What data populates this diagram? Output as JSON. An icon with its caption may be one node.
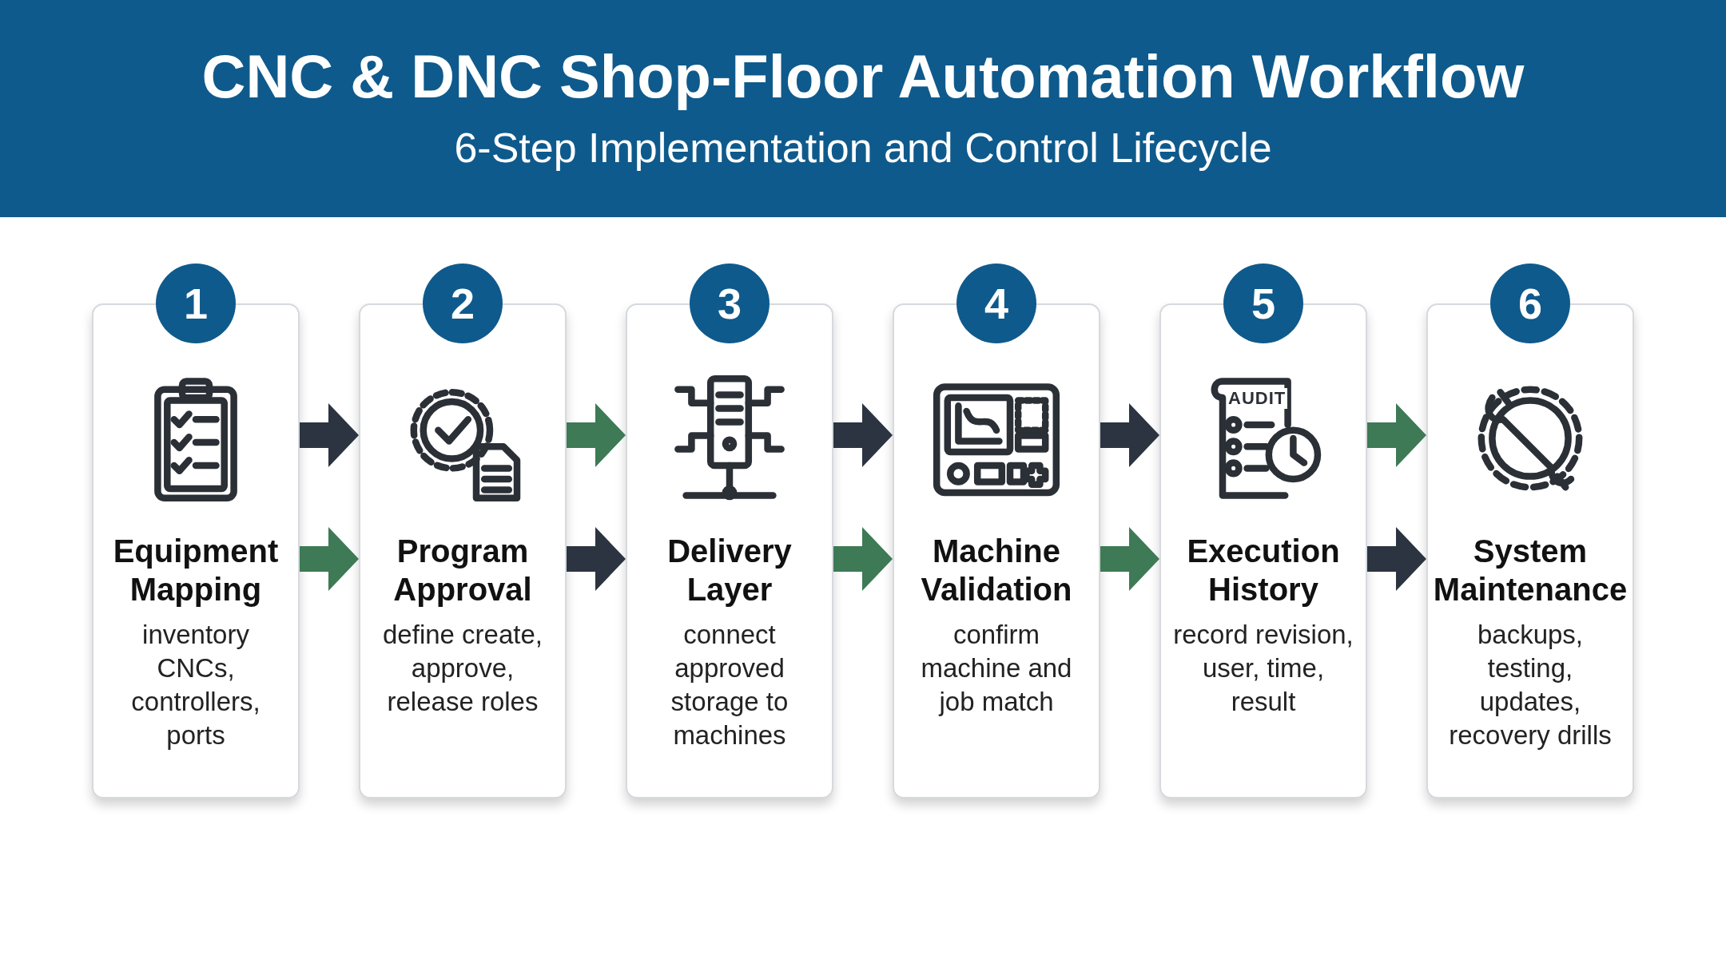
{
  "diagram": {
    "title": "CNC & DNC Shop-Floor Automation Workflow",
    "caption": "6-Step Implementation and Control Lifecycle",
    "nodes": [
      {
        "text": [
          "1",
          "Equipment Mapping",
          "inventory CNCs, controllers, ports"
        ]
      },
      {
        "text": [
          "2",
          "Program Approval",
          "define create, approve, release roles"
        ]
      },
      {
        "text": [
          "3",
          "Delivery Layer",
          "connect approved storage to machines"
        ]
      },
      {
        "text": [
          "4",
          "Machine Validation",
          "confirm machine and job match"
        ]
      },
      {
        "text": [
          "5",
          "Execution History",
          "record revision, user, time, result"
        ]
      },
      {
        "text": [
          "6",
          "System Maintenance",
          "backups, testing, updates, recovery drills"
        ]
      }
    ],
    "edges": [
      {
        "from": 0,
        "to": 1,
        "arrow": "to"
      },
      {
        "from": 0,
        "to": 1,
        "arrow": "to",
        "color": "#3d7a55"
      },
      {
        "from": 1,
        "to": 2,
        "arrow": "to",
        "color": "#3d7a55"
      },
      {
        "from": 1,
        "to": 2,
        "arrow": "to"
      },
      {
        "from": 2,
        "to": 3,
        "arrow": "to"
      },
      {
        "from": 2,
        "to": 3,
        "arrow": "to",
        "color": "#3d7a55"
      },
      {
        "from": 3,
        "to": 4,
        "arrow": "to"
      },
      {
        "from": 3,
        "to": 4,
        "arrow": "to",
        "color": "#3d7a55"
      },
      {
        "from": 4,
        "to": 5,
        "arrow": "to",
        "color": "#3d7a55"
      },
      {
        "from": 4,
        "to": 5,
        "arrow": "to"
      }
    ],
    "labels": [
      "AUDIT"
    ]
  }
}
